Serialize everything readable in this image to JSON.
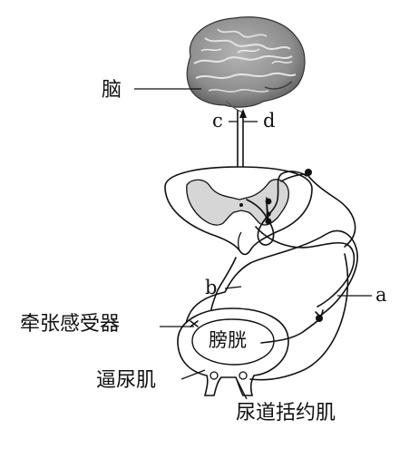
{
  "labels": {
    "brain": "脑",
    "c": "c",
    "d": "d",
    "b": "b",
    "a": "a",
    "stretch_receptor": "牵张感受器",
    "bladder": "膀胱",
    "detrusor": "逼尿肌",
    "urethral_sphincter": "尿道括约肌"
  },
  "colors": {
    "brain_gray": "#8c8c8c",
    "gray_matter": "#d6d6d6",
    "line": "#111111"
  }
}
